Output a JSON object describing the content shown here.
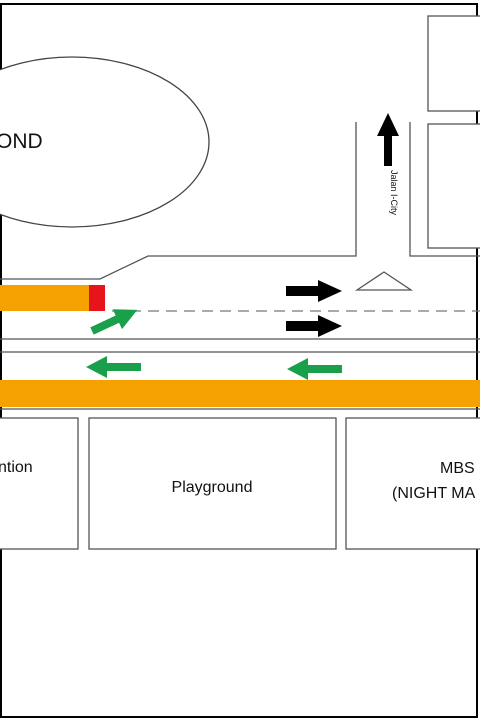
{
  "labels": {
    "pond": "OND",
    "road": "Jalan I-City",
    "attention": "ntion",
    "playground": "Playground",
    "mbs_line1": "MBS",
    "mbs_line2": "(NIGHT MA"
  },
  "colors": {
    "outline": "#3a3a3a",
    "orange_lane": "#f5a100",
    "red_marker": "#e8141c",
    "green_arrow": "#1aa04a",
    "black_arrow": "#000000"
  },
  "icons": {
    "north_arrow": "arrow-up-icon",
    "east_arrows": "arrow-right-icon",
    "west_arrows": "arrow-left-icon"
  }
}
